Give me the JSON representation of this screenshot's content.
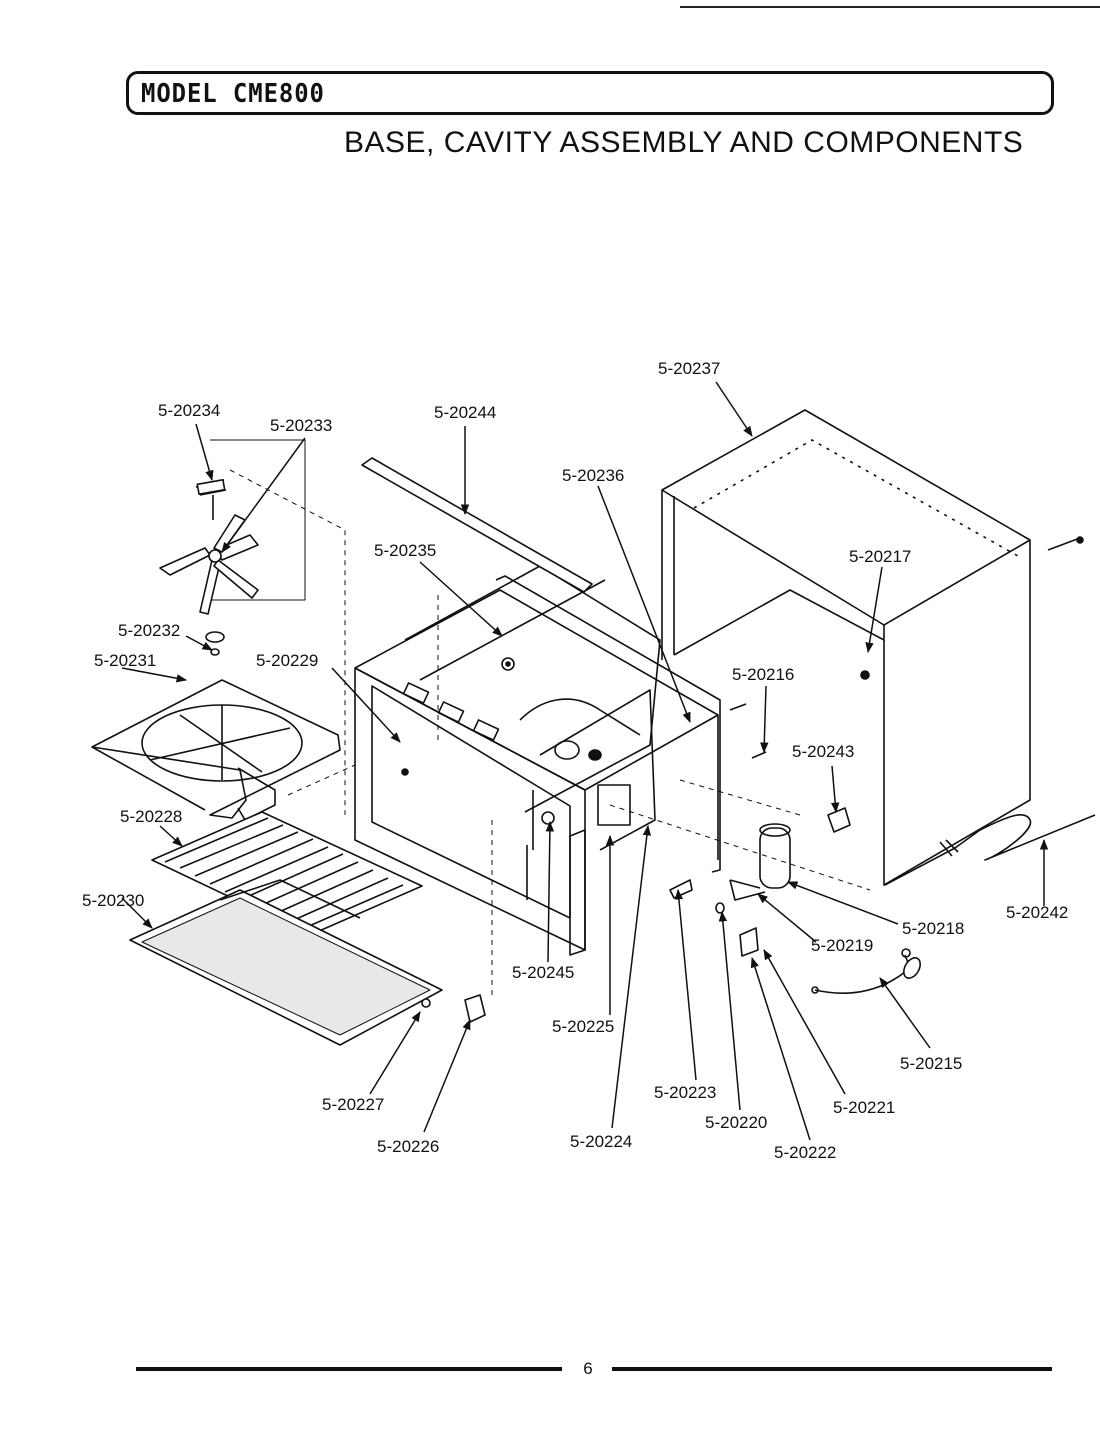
{
  "header": {
    "model_title": "MODEL CME800",
    "subtitle": "BASE, CAVITY ASSEMBLY AND COMPONENTS"
  },
  "parts": [
    {
      "id": "p37",
      "label": "5-20237"
    },
    {
      "id": "p34",
      "label": "5-20234"
    },
    {
      "id": "p33",
      "label": "5-20233"
    },
    {
      "id": "p44",
      "label": "5-20244"
    },
    {
      "id": "p36",
      "label": "5-20236"
    },
    {
      "id": "p35",
      "label": "5-20235"
    },
    {
      "id": "p17",
      "label": "5-20217"
    },
    {
      "id": "p32",
      "label": "5-20232"
    },
    {
      "id": "p31",
      "label": "5-20231"
    },
    {
      "id": "p29",
      "label": "5-20229"
    },
    {
      "id": "p16",
      "label": "5-20216"
    },
    {
      "id": "p43",
      "label": "5-20243"
    },
    {
      "id": "p28",
      "label": "5-20228"
    },
    {
      "id": "p30",
      "label": "5-20230"
    },
    {
      "id": "p18",
      "label": "5-20218"
    },
    {
      "id": "p42",
      "label": "5-20242"
    },
    {
      "id": "p19",
      "label": "5-20219"
    },
    {
      "id": "p45",
      "label": "5-20245"
    },
    {
      "id": "p25",
      "label": "5-20225"
    },
    {
      "id": "p15",
      "label": "5-20215"
    },
    {
      "id": "p23",
      "label": "5-20223"
    },
    {
      "id": "p27",
      "label": "5-20227"
    },
    {
      "id": "p21",
      "label": "5-20221"
    },
    {
      "id": "p20",
      "label": "5-20220"
    },
    {
      "id": "p26",
      "label": "5-20226"
    },
    {
      "id": "p24",
      "label": "5-20224"
    },
    {
      "id": "p22",
      "label": "5-20222"
    }
  ],
  "footer": {
    "page_number": "6"
  }
}
